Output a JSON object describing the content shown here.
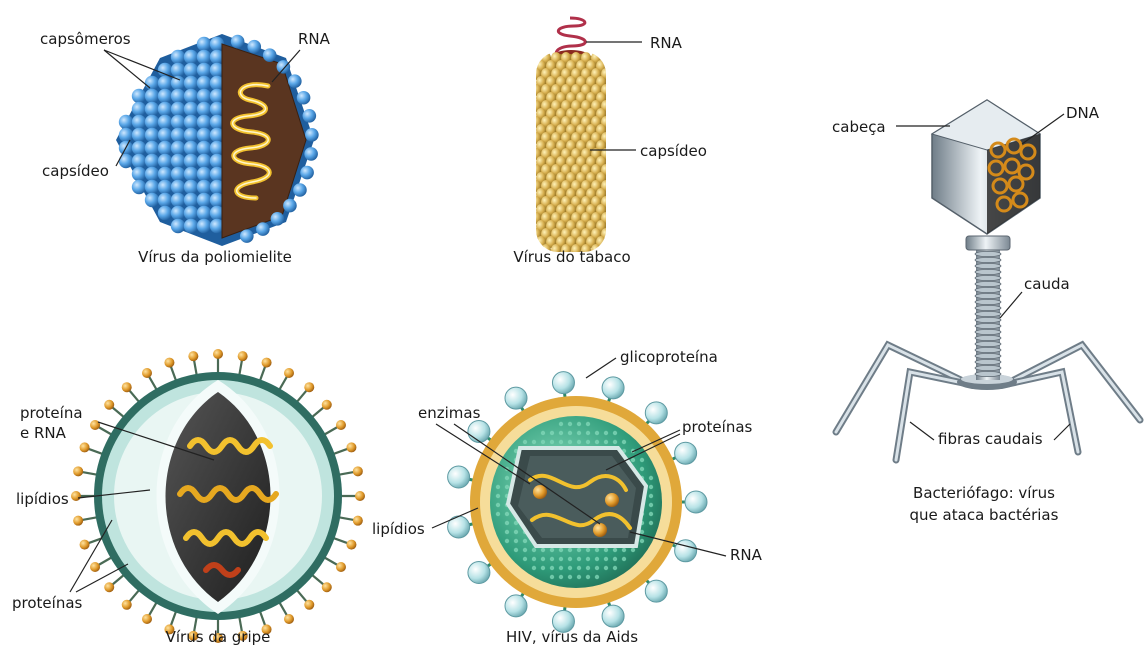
{
  "panels": {
    "polio": {
      "caption": "Vírus da poliomielite",
      "labels": {
        "capsomeros": "capsômeros",
        "rna": "RNA",
        "capsideo": "capsídeo"
      }
    },
    "tabaco": {
      "caption": "Vírus do tabaco",
      "labels": {
        "rna": "RNA",
        "capsideo": "capsídeo"
      }
    },
    "bacteriofago": {
      "caption_line1": "Bacteriófago: vírus",
      "caption_line2": "que ataca bactérias",
      "labels": {
        "cabeca": "cabeça",
        "dna": "DNA",
        "cauda": "cauda",
        "fibras": "fibras caudais"
      }
    },
    "gripe": {
      "caption": "Vírus da gripe",
      "labels": {
        "proteina_l1": "proteína",
        "proteina_l2": "e RNA",
        "lipidios": "lipídios",
        "proteinas": "proteínas"
      }
    },
    "hiv": {
      "caption": "HIV, vírus da Aids",
      "labels": {
        "glicoproteina": "glicoproteína",
        "enzimas": "enzimas",
        "proteinas": "proteínas",
        "lipidios": "lipídios",
        "rna": "RNA"
      }
    }
  },
  "colors": {
    "capsid_blue": "#3f8fd6",
    "capsid_gold": "#c9a546",
    "rna_yellow": "#f2c12e",
    "interior_brown": "#5a3520",
    "phage_grey": "#9aa7b0",
    "envelope_teal": "#9fd3cf",
    "spike_orange": "#e0a030",
    "hiv_green": "#2d9a7a",
    "hiv_gold": "#e0a83a"
  }
}
